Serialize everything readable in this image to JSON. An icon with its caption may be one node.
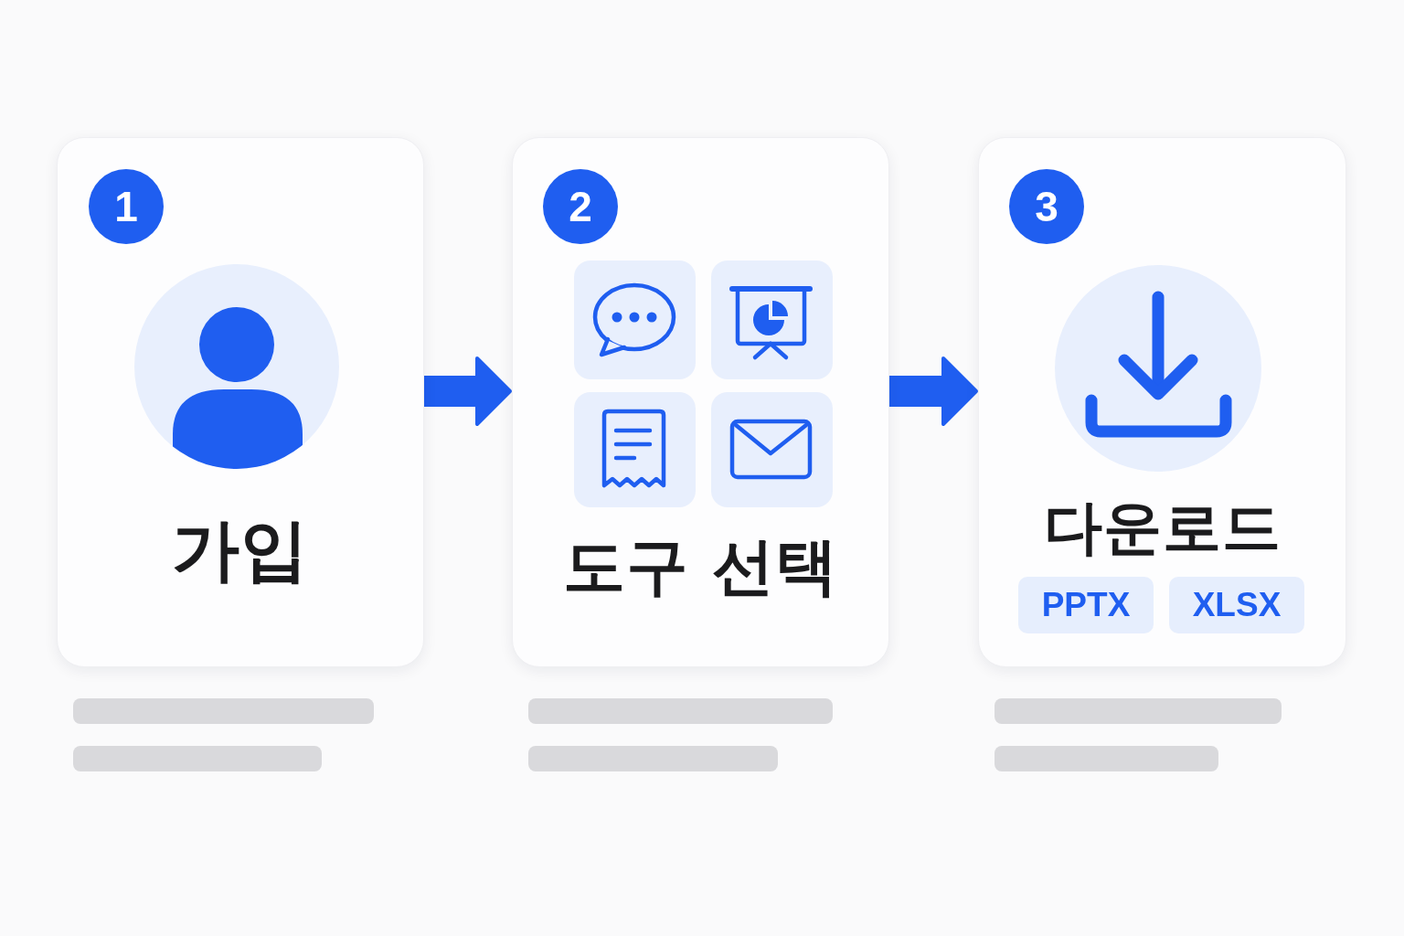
{
  "diagram": {
    "nodes": [
      {
        "text": [
          "가입"
        ]
      },
      {
        "text": [
          "1"
        ],
        "in": 0
      },
      {
        "text": [
          "도구 선택"
        ]
      },
      {
        "text": [
          "2"
        ],
        "in": 2
      },
      {
        "text": [
          "다운로드"
        ]
      },
      {
        "text": [
          "3"
        ],
        "in": 4
      },
      {
        "text": [
          "PPTX"
        ],
        "in": 4
      },
      {
        "text": [
          "XLSX"
        ],
        "in": 4
      }
    ],
    "edges": [
      {
        "from": 0,
        "to": 2,
        "arrow": "to"
      },
      {
        "from": 2,
        "to": 4,
        "arrow": "to"
      }
    ]
  }
}
